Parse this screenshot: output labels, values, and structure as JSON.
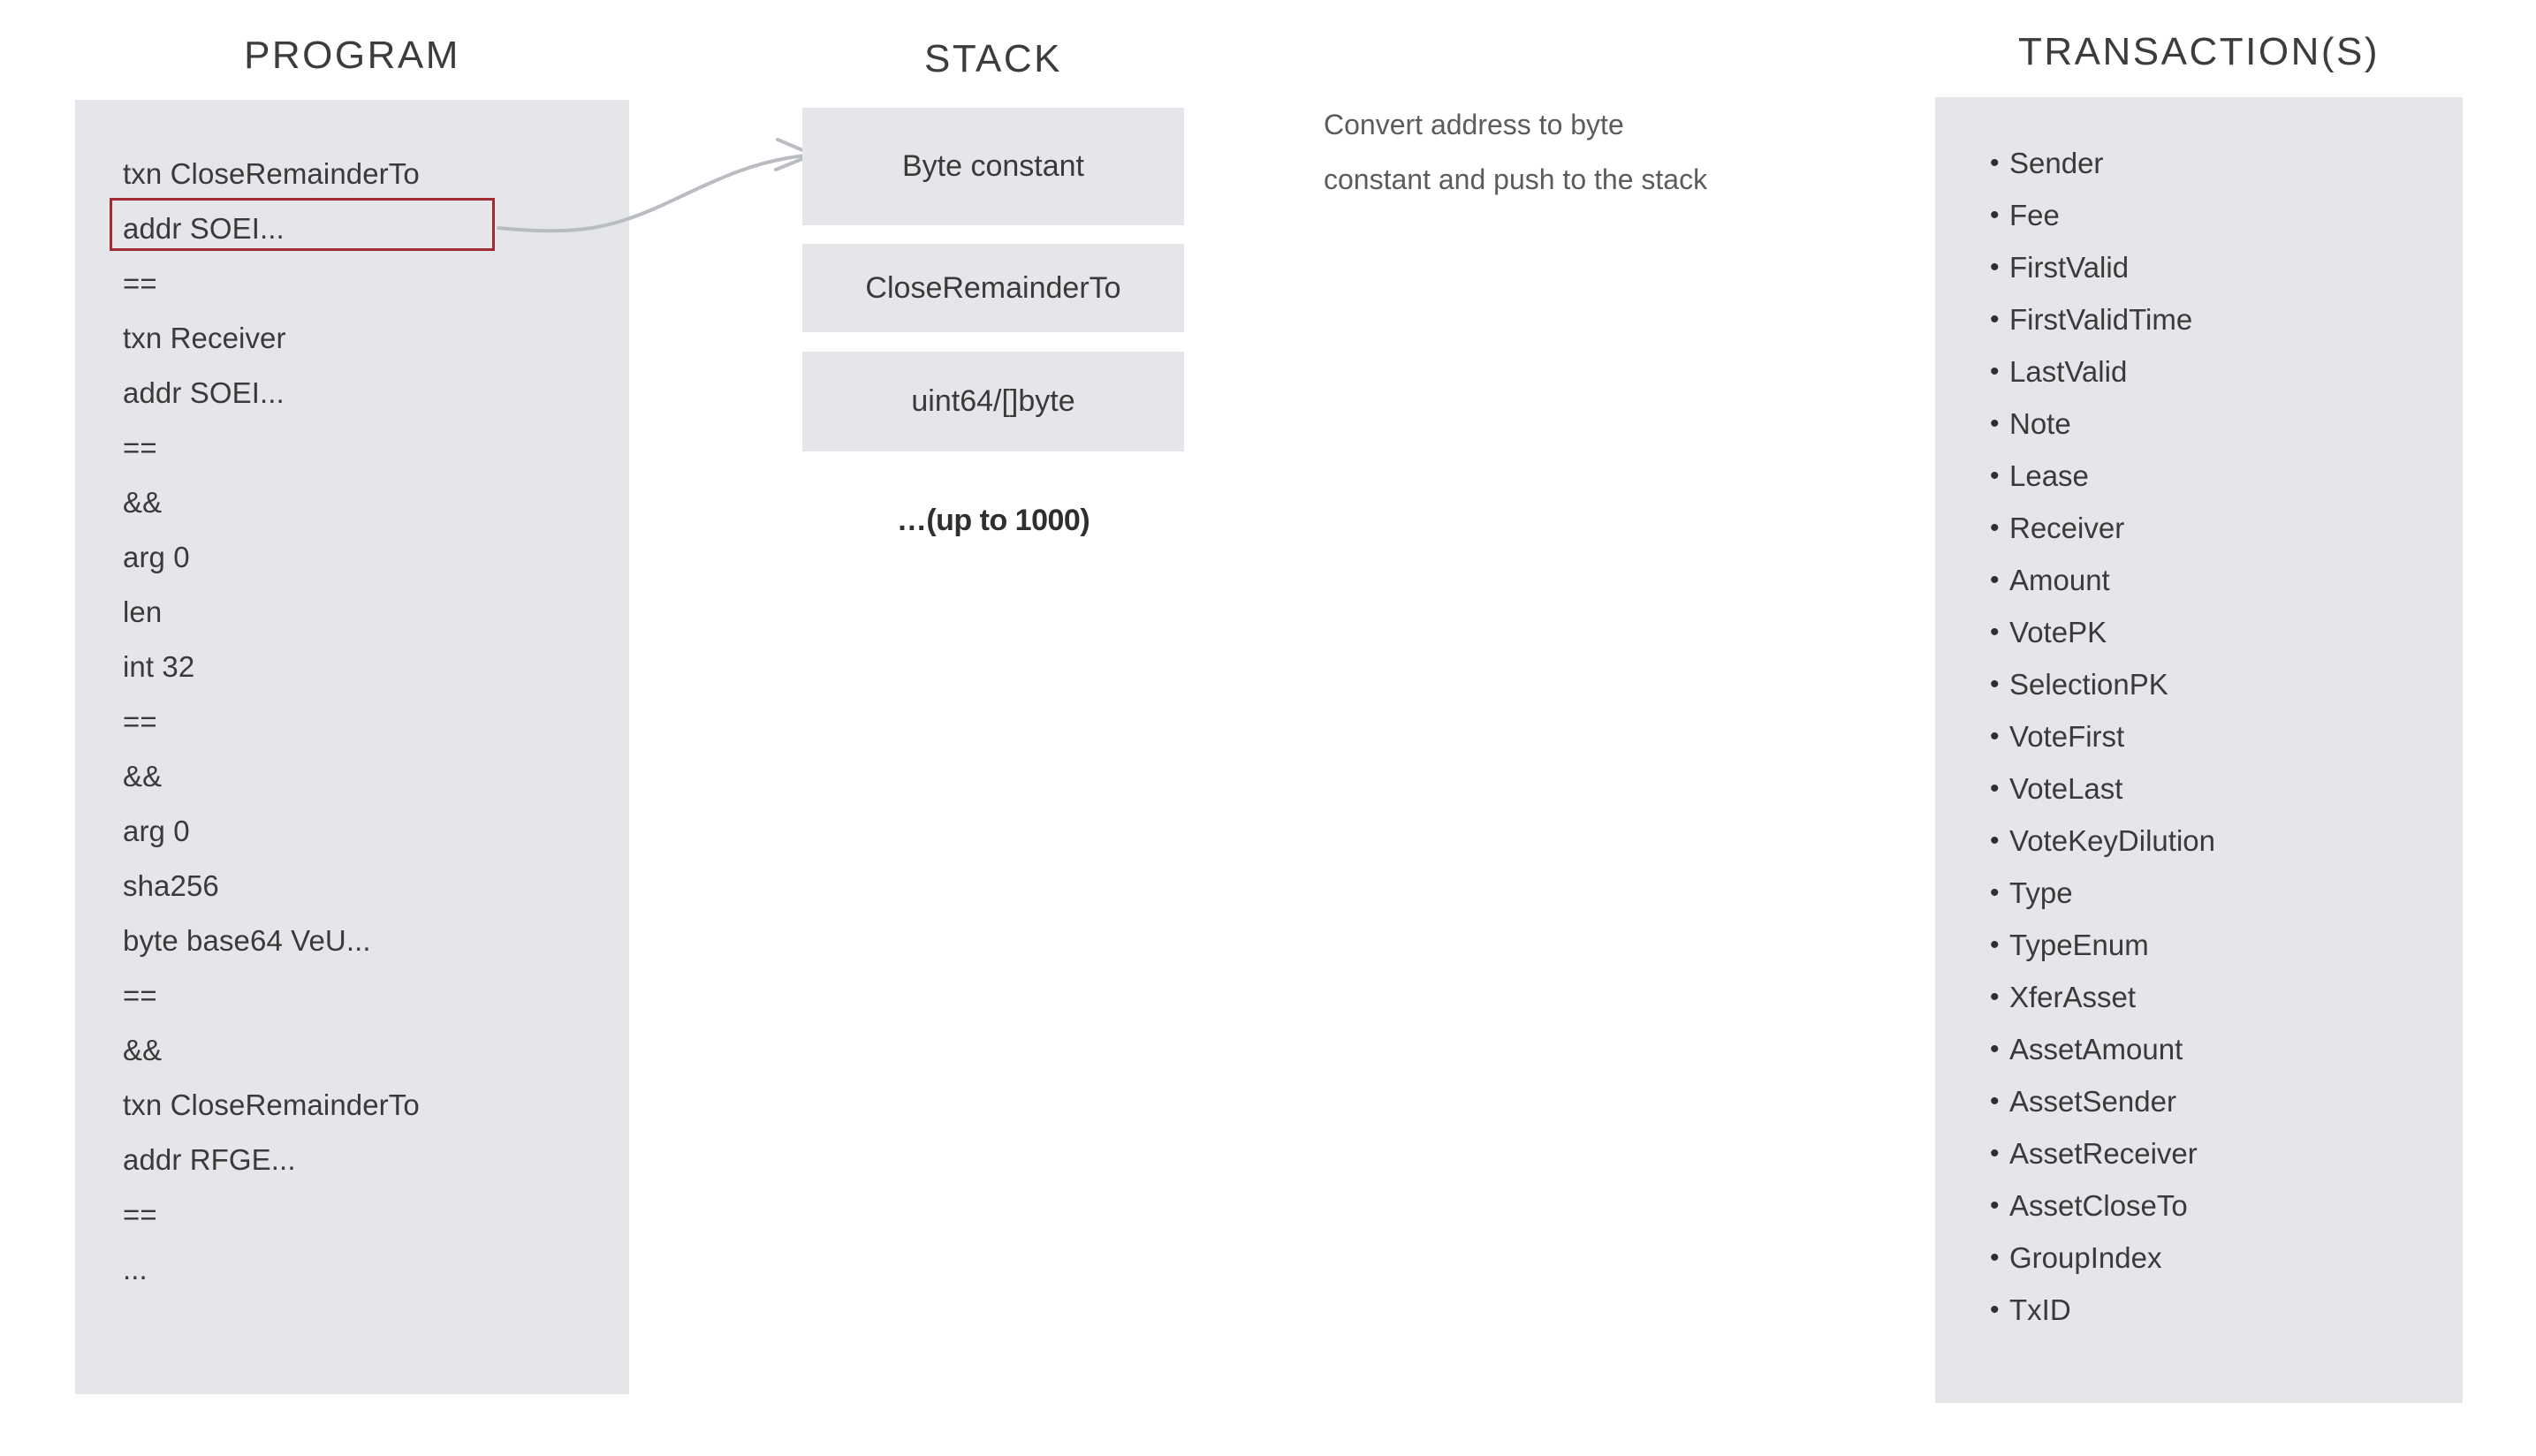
{
  "columns": {
    "program_heading": "PROGRAM",
    "stack_heading": "STACK",
    "transactions_heading": "TRANSACTION(S)"
  },
  "program": {
    "lines": [
      {
        "text": "txn CloseRemainderTo",
        "highlighted": false
      },
      {
        "text": "addr SOEI...",
        "highlighted": true
      },
      {
        "text": "==",
        "highlighted": false
      },
      {
        "text": "txn Receiver",
        "highlighted": false
      },
      {
        "text": "addr SOEI...",
        "highlighted": false
      },
      {
        "text": "==",
        "highlighted": false
      },
      {
        "text": "&&",
        "highlighted": false
      },
      {
        "text": "arg 0",
        "highlighted": false
      },
      {
        "text": "len",
        "highlighted": false
      },
      {
        "text": "int 32",
        "highlighted": false
      },
      {
        "text": "==",
        "highlighted": false
      },
      {
        "text": "&&",
        "highlighted": false
      },
      {
        "text": "arg 0",
        "highlighted": false
      },
      {
        "text": "sha256",
        "highlighted": false
      },
      {
        "text": "byte base64 VeU...",
        "highlighted": false
      },
      {
        "text": "==",
        "highlighted": false
      },
      {
        "text": "&&",
        "highlighted": false
      },
      {
        "text": "txn CloseRemainderTo",
        "highlighted": false
      },
      {
        "text": "addr RFGE...",
        "highlighted": false
      },
      {
        "text": "==",
        "highlighted": false
      },
      {
        "text": "...",
        "highlighted": false
      }
    ],
    "highlight_color": "#a02c35",
    "panel_color": "#e4e6e9"
  },
  "stack": {
    "boxes": [
      {
        "label": "Byte constant"
      },
      {
        "label": "CloseRemainderTo"
      },
      {
        "label": "uint64/[]byte"
      }
    ],
    "more_label": "…(up to 1000)"
  },
  "annotation": {
    "line1": "Convert address to byte",
    "line2": "constant and push to the stack"
  },
  "transactions": {
    "fields": [
      "Sender",
      "Fee",
      "FirstValid",
      "FirstValidTime",
      "LastValid",
      "Note",
      "Lease",
      "Receiver",
      "Amount",
      "VotePK",
      "SelectionPK",
      "VoteFirst",
      "VoteLast",
      "VoteKeyDilution",
      "Type",
      "TypeEnum",
      "XferAsset",
      "AssetAmount",
      "AssetSender",
      "AssetReceiver",
      "AssetCloseTo",
      "GroupIndex",
      "TxID"
    ],
    "bullet": "•",
    "panel_color": "#e4e6e9"
  }
}
